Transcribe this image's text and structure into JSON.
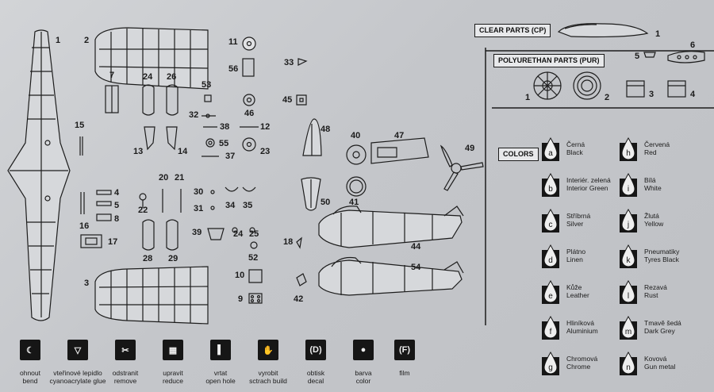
{
  "sections": {
    "clear_parts": "CLEAR PARTS (CP)",
    "polyurethan_parts": "POLYURETHAN PARTS (PUR)",
    "colors": "COLORS"
  },
  "part_numbers": [
    "1",
    "2",
    "3",
    "7",
    "11",
    "24",
    "26",
    "53",
    "56",
    "33",
    "45",
    "32",
    "46",
    "38",
    "12",
    "15",
    "13",
    "14",
    "55",
    "37",
    "23",
    "48",
    "40",
    "47",
    "49",
    "20",
    "21",
    "30",
    "31",
    "22",
    "4",
    "5",
    "8",
    "34",
    "35",
    "50",
    "41",
    "16",
    "17",
    "39",
    "24",
    "25",
    "18",
    "52",
    "44",
    "28",
    "29",
    "10",
    "54",
    "9",
    "42"
  ],
  "clear_numbers": [
    "1"
  ],
  "pur_numbers": [
    "5",
    "6",
    "1",
    "2",
    "3",
    "4"
  ],
  "colors": [
    {
      "code": "a",
      "cz": "Černá",
      "en": "Black"
    },
    {
      "code": "b",
      "cz": "Interiér. zelená",
      "en": "Interior Green"
    },
    {
      "code": "c",
      "cz": "Stříbrná",
      "en": "Silver"
    },
    {
      "code": "d",
      "cz": "Plátno",
      "en": "Linen"
    },
    {
      "code": "e",
      "cz": "Kůže",
      "en": "Leather"
    },
    {
      "code": "f",
      "cz": "Hliníková",
      "en": "Aluminium"
    },
    {
      "code": "g",
      "cz": "Chromová",
      "en": "Chrome"
    },
    {
      "code": "h",
      "cz": "Červená",
      "en": "Red"
    },
    {
      "code": "i",
      "cz": "Bílá",
      "en": "White"
    },
    {
      "code": "j",
      "cz": "Žlutá",
      "en": "Yellow"
    },
    {
      "code": "k",
      "cz": "Pneumatiky",
      "en": "Tyres Black"
    },
    {
      "code": "l",
      "cz": "Rezavá",
      "en": "Rust"
    },
    {
      "code": "m",
      "cz": "Tmavě šedá",
      "en": "Dark Grey"
    },
    {
      "code": "n",
      "cz": "Kovová",
      "en": "Gun metal"
    }
  ],
  "legend": [
    {
      "icon": "bend-icon",
      "cz": "ohnout",
      "en": "bend"
    },
    {
      "icon": "glue-icon",
      "cz": "vteřinové lepidlo",
      "en": "cyanoacrylate glue"
    },
    {
      "icon": "scissors-icon",
      "cz": "odstranit",
      "en": "remove"
    },
    {
      "icon": "file-icon",
      "cz": "upravit",
      "en": "reduce"
    },
    {
      "icon": "drill-icon",
      "cz": "vrtat",
      "en": "open hole"
    },
    {
      "icon": "hand-icon",
      "cz": "vyrobit",
      "en": "sctrach build"
    },
    {
      "icon": "decal-icon",
      "cz": "obtisk",
      "en": "decal",
      "symbol": "(D)"
    },
    {
      "icon": "paint-drop-icon",
      "cz": "barva",
      "en": "color"
    },
    {
      "icon": "film-icon",
      "cz": "film",
      "en": "",
      "symbol": "(F)"
    }
  ]
}
